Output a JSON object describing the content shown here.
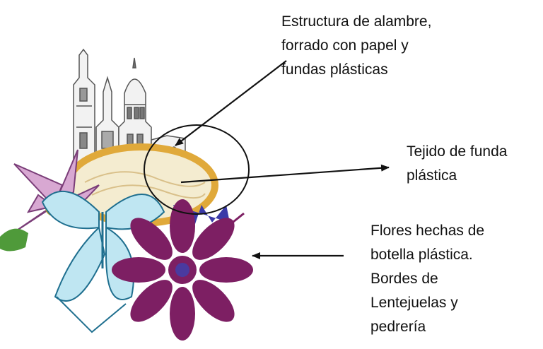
{
  "annotations": {
    "structure": {
      "lines": [
        "Estructura de alambre,",
        "forrado con papel y",
        "fundas plásticas"
      ]
    },
    "weave": {
      "lines": [
        "Tejido de funda",
        "plástica"
      ]
    },
    "flowers": {
      "lines": [
        "Flores hechas de",
        "botella plástica.",
        "Bordes de",
        "Lentejuelas y",
        "pedrería"
      ]
    }
  },
  "colors": {
    "flower_purple": "#7d1f63",
    "flower_center": "#4a3aa0",
    "gold_rim": "#e0a93a",
    "butterfly_blue": "#5fb8d8",
    "lily_pink": "#c98fc3",
    "leaf_green": "#4f9a3a",
    "ink": "#111111"
  },
  "icons": [
    "cathedral-drawing-icon",
    "butterfly-drawing-icon",
    "flower-drawing-icon"
  ]
}
